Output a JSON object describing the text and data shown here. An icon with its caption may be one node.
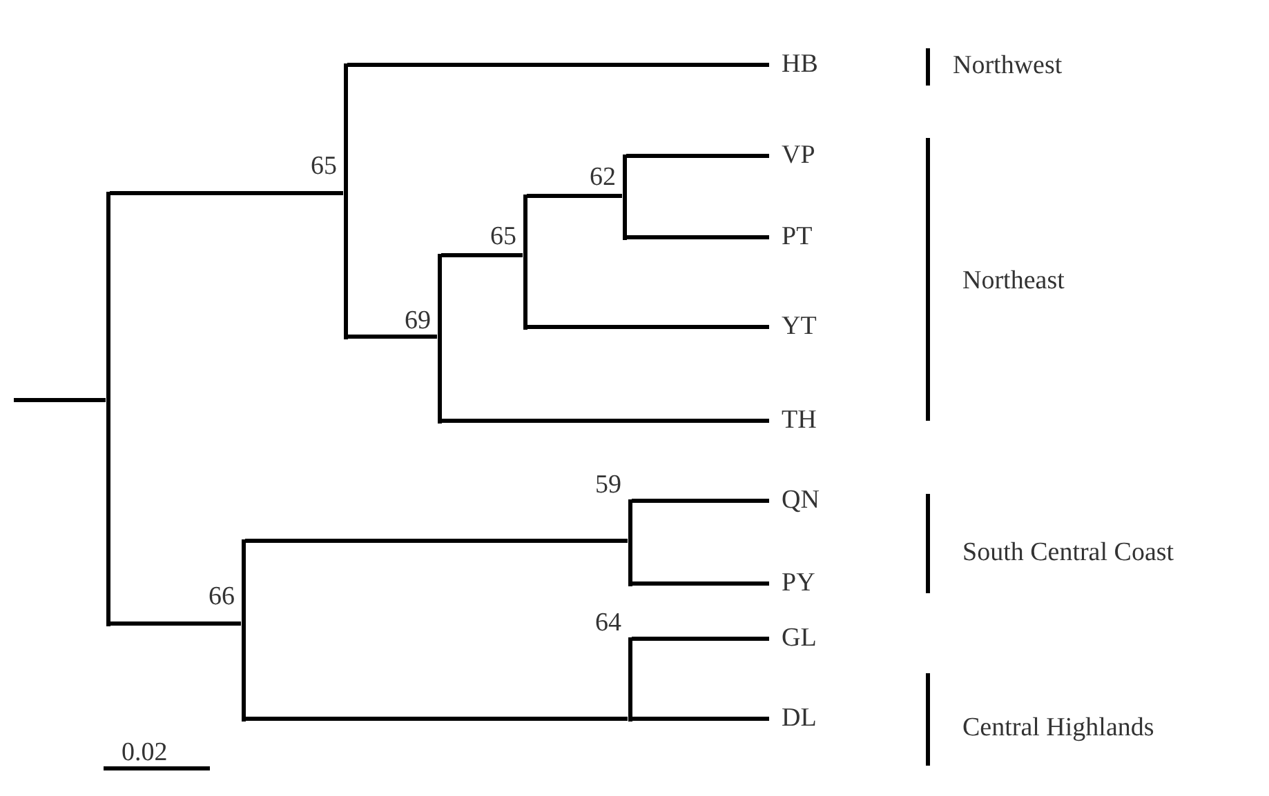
{
  "diagram": {
    "nodes": [
      {
        "text": [],
        "shape": "bar"
      },
      {
        "text": [],
        "shape": "bar",
        "beside": [
          "65"
        ]
      },
      {
        "text": [
          "HB"
        ]
      },
      {
        "text": [],
        "shape": "bar",
        "beside": [
          "69"
        ]
      },
      {
        "text": [],
        "shape": "bar",
        "beside": [
          "65"
        ]
      },
      {
        "text": [],
        "shape": "bar",
        "beside": [
          "62"
        ]
      },
      {
        "text": [
          "VP"
        ]
      },
      {
        "text": [
          "PT"
        ]
      },
      {
        "text": [
          "YT"
        ]
      },
      {
        "text": [
          "TH"
        ]
      },
      {
        "text": [],
        "shape": "bar",
        "beside": [
          "66"
        ]
      },
      {
        "text": [],
        "shape": "bar",
        "beside": [
          "59"
        ]
      },
      {
        "text": [
          "QN"
        ]
      },
      {
        "text": [
          "PY"
        ]
      },
      {
        "text": [],
        "shape": "bar",
        "beside": [
          "64"
        ]
      },
      {
        "text": [
          "GL"
        ]
      },
      {
        "text": [
          "DL"
        ]
      }
    ],
    "edges": [
      {
        "from": null,
        "to": 0,
        "arrow": "none"
      },
      {
        "from": 0,
        "to": 1,
        "arrow": "none"
      },
      {
        "from": 0,
        "to": 10,
        "arrow": "none"
      },
      {
        "from": 1,
        "to": 2,
        "arrow": "none"
      },
      {
        "from": 1,
        "to": 3,
        "arrow": "none"
      },
      {
        "from": 3,
        "to": 4,
        "arrow": "none"
      },
      {
        "from": 3,
        "to": 9,
        "arrow": "none"
      },
      {
        "from": 4,
        "to": 5,
        "arrow": "none"
      },
      {
        "from": 4,
        "to": 8,
        "arrow": "none"
      },
      {
        "from": 5,
        "to": 6,
        "arrow": "none"
      },
      {
        "from": 5,
        "to": 7,
        "arrow": "none"
      },
      {
        "from": 10,
        "to": 11,
        "arrow": "none"
      },
      {
        "from": 10,
        "to": 14,
        "arrow": "none"
      },
      {
        "from": 11,
        "to": 12,
        "arrow": "none"
      },
      {
        "from": 11,
        "to": 13,
        "arrow": "none"
      },
      {
        "from": 14,
        "to": 15,
        "arrow": "none"
      },
      {
        "from": 14,
        "to": 16,
        "arrow": "none"
      }
    ],
    "labels": [
      "Northwest",
      "Northeast",
      "South Central Coast",
      "Central Highlands",
      "0.02"
    ]
  }
}
